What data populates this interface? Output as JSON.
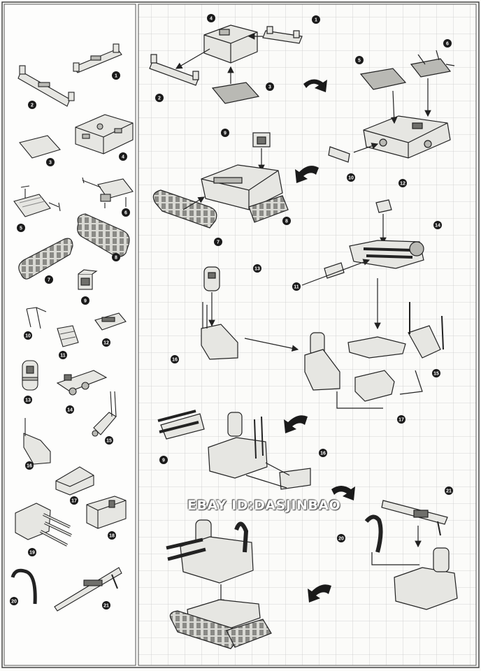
{
  "watermark": "EBAY ID:DASJINBAO",
  "parts": [
    {
      "n": "1"
    },
    {
      "n": "2"
    },
    {
      "n": "3"
    },
    {
      "n": "4"
    },
    {
      "n": "5"
    },
    {
      "n": "6"
    },
    {
      "n": "7"
    },
    {
      "n": "8"
    },
    {
      "n": "9"
    },
    {
      "n": "10"
    },
    {
      "n": "11"
    },
    {
      "n": "12"
    },
    {
      "n": "13"
    },
    {
      "n": "14"
    },
    {
      "n": "15"
    },
    {
      "n": "16"
    },
    {
      "n": "17"
    },
    {
      "n": "18"
    },
    {
      "n": "19"
    },
    {
      "n": "20"
    },
    {
      "n": "21"
    }
  ],
  "colors": {
    "line": "#222222",
    "fill": "#e6e6e2",
    "shade": "#b9b9b4",
    "dark": "#6f6f6b",
    "grid": "#c9c9c9",
    "badge": "#1a1a1a"
  },
  "icons": [
    "rotate-arrow-icon"
  ]
}
